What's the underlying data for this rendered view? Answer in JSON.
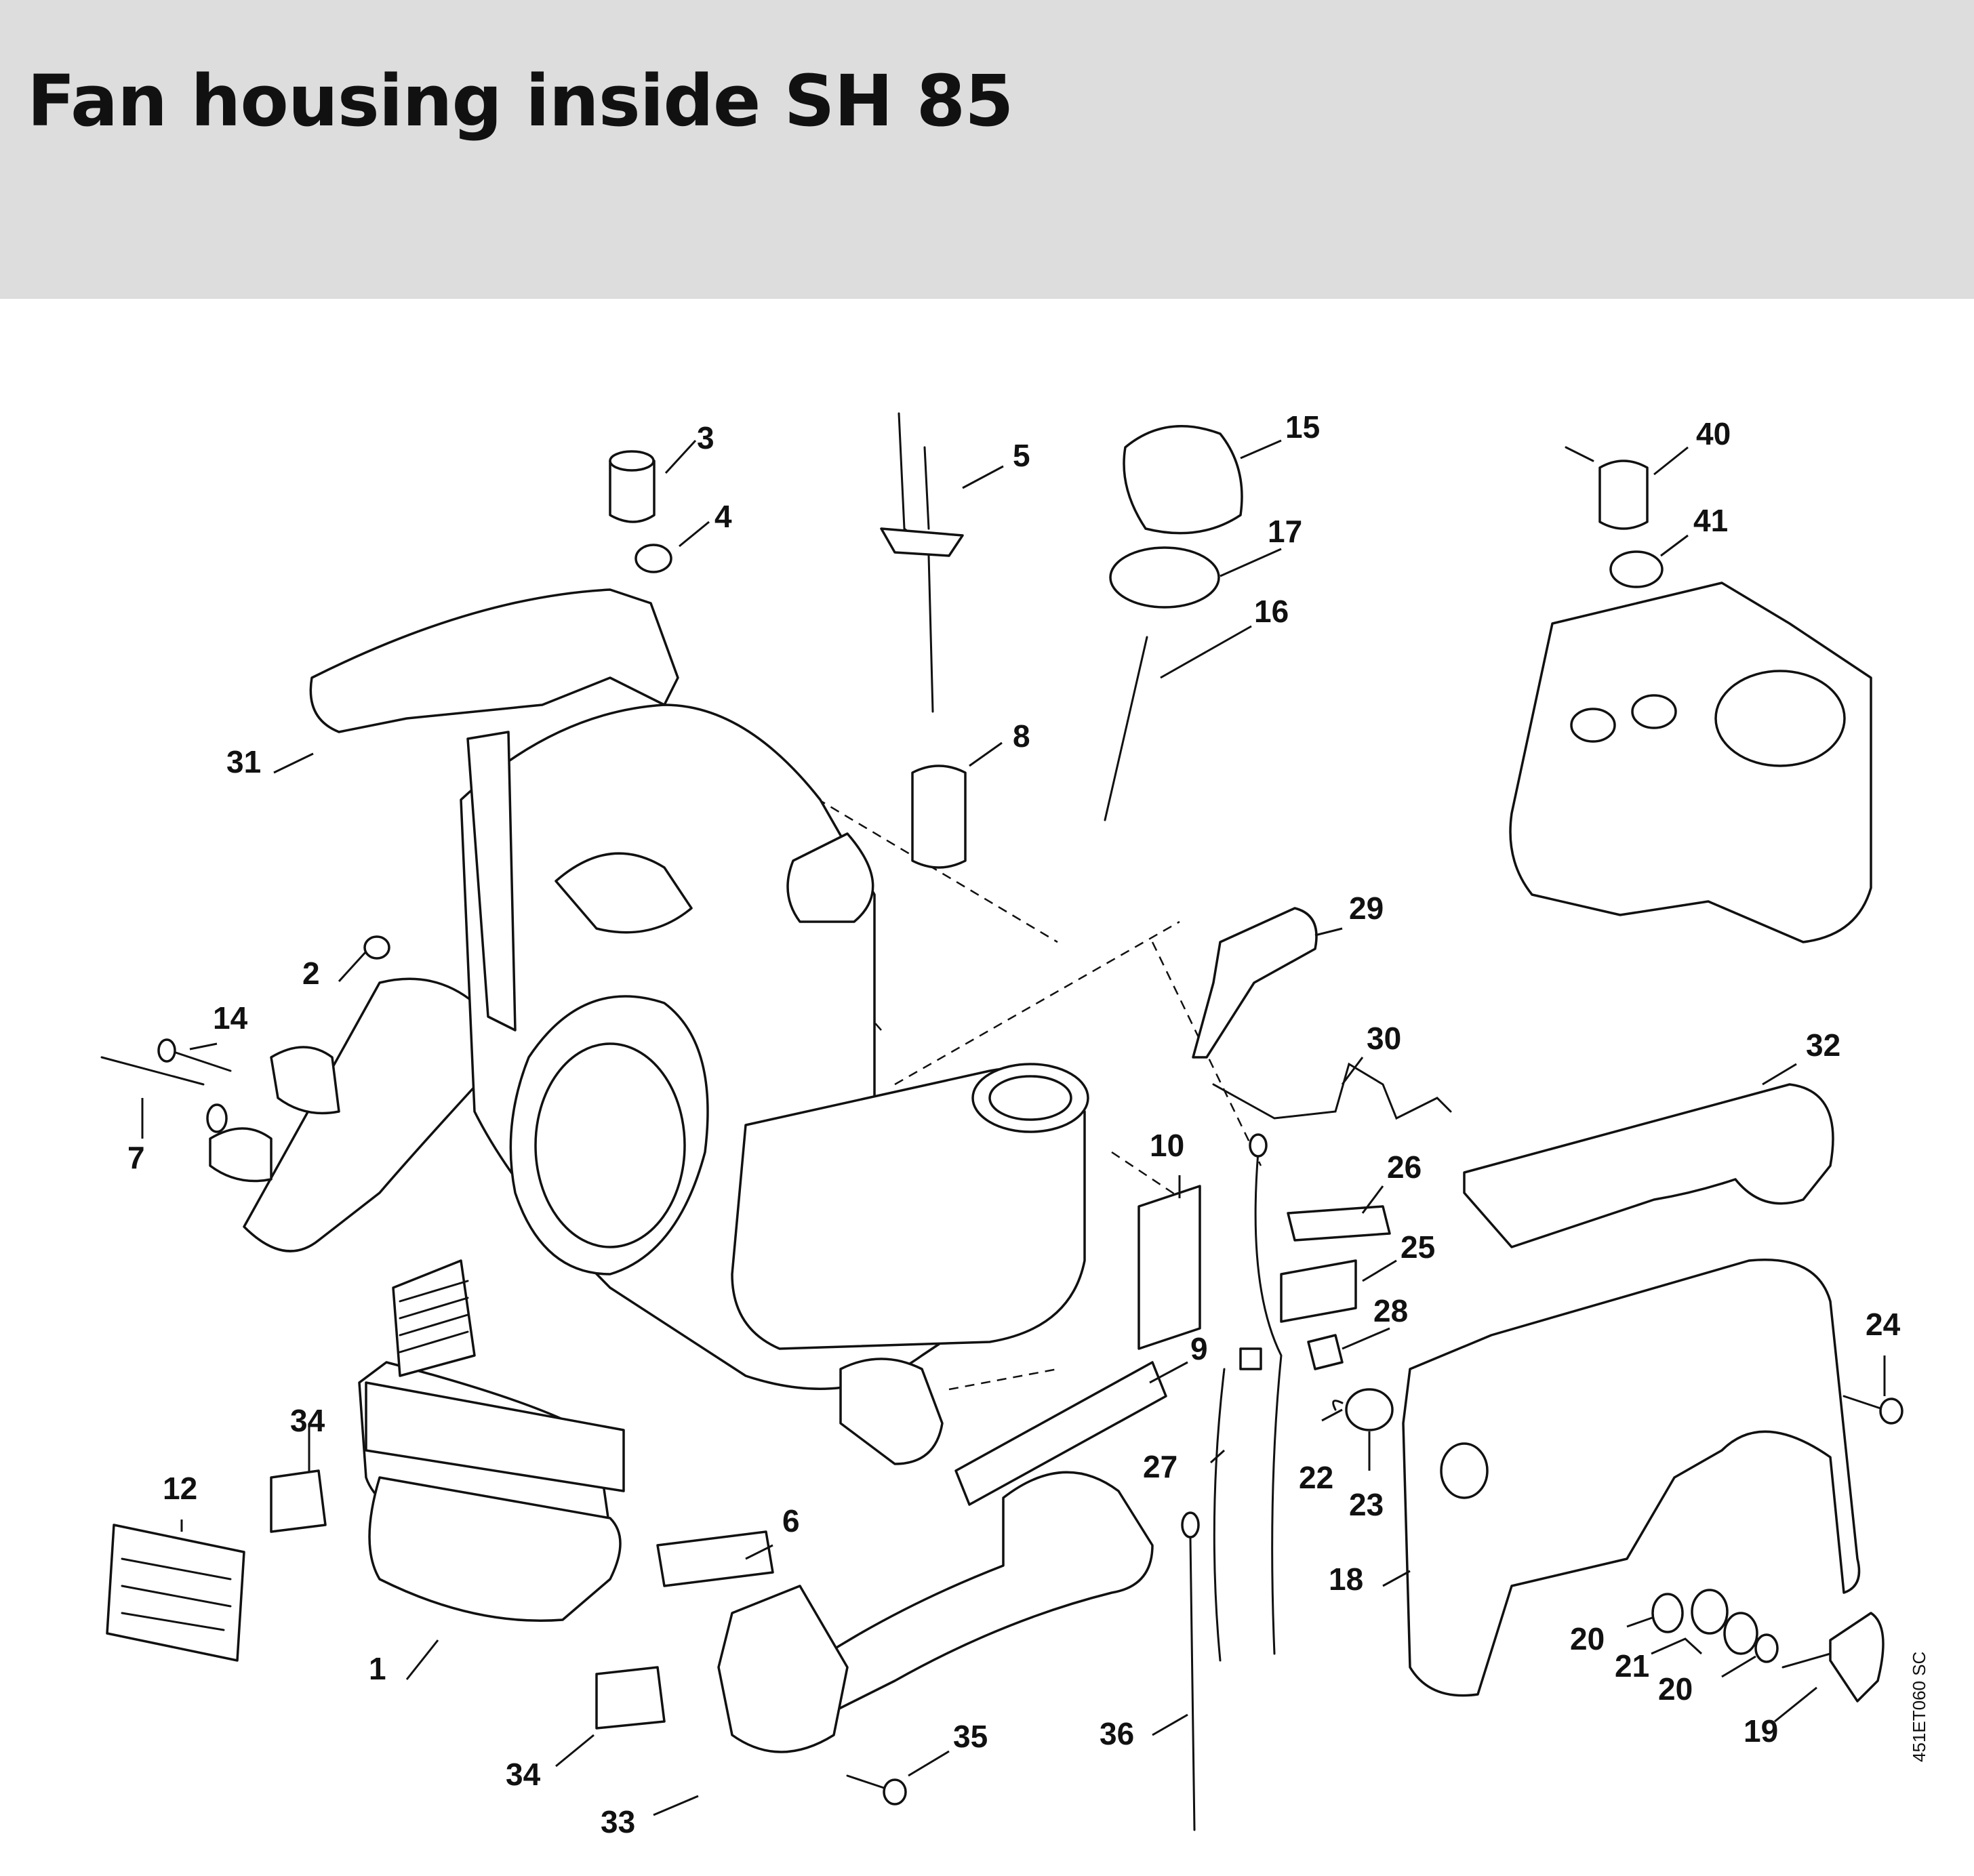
{
  "header": {
    "title": "Fan housing inside SH 85",
    "background": "#dcdddc"
  },
  "diagram": {
    "drawing_code": "451ET060 SC",
    "callouts": [
      {
        "id": "c1",
        "label": "1"
      },
      {
        "id": "c2",
        "label": "2"
      },
      {
        "id": "c3",
        "label": "3"
      },
      {
        "id": "c4",
        "label": "4"
      },
      {
        "id": "c5",
        "label": "5"
      },
      {
        "id": "c6",
        "label": "6"
      },
      {
        "id": "c7",
        "label": "7"
      },
      {
        "id": "c8",
        "label": "8"
      },
      {
        "id": "c9",
        "label": "9"
      },
      {
        "id": "c10",
        "label": "10"
      },
      {
        "id": "c12",
        "label": "12"
      },
      {
        "id": "c14",
        "label": "14"
      },
      {
        "id": "c15",
        "label": "15"
      },
      {
        "id": "c16",
        "label": "16"
      },
      {
        "id": "c17",
        "label": "17"
      },
      {
        "id": "c18",
        "label": "18"
      },
      {
        "id": "c19",
        "label": "19"
      },
      {
        "id": "c20a",
        "label": "20"
      },
      {
        "id": "c20b",
        "label": "20"
      },
      {
        "id": "c21",
        "label": "21"
      },
      {
        "id": "c22",
        "label": "22"
      },
      {
        "id": "c23",
        "label": "23"
      },
      {
        "id": "c24",
        "label": "24"
      },
      {
        "id": "c25",
        "label": "25"
      },
      {
        "id": "c26",
        "label": "26"
      },
      {
        "id": "c27",
        "label": "27"
      },
      {
        "id": "c28",
        "label": "28"
      },
      {
        "id": "c29",
        "label": "29"
      },
      {
        "id": "c30",
        "label": "30"
      },
      {
        "id": "c31",
        "label": "31"
      },
      {
        "id": "c32",
        "label": "32"
      },
      {
        "id": "c33",
        "label": "33"
      },
      {
        "id": "c34a",
        "label": "34"
      },
      {
        "id": "c34b",
        "label": "34"
      },
      {
        "id": "c35",
        "label": "35"
      },
      {
        "id": "c36",
        "label": "36"
      },
      {
        "id": "c40",
        "label": "40"
      },
      {
        "id": "c41",
        "label": "41"
      }
    ]
  }
}
